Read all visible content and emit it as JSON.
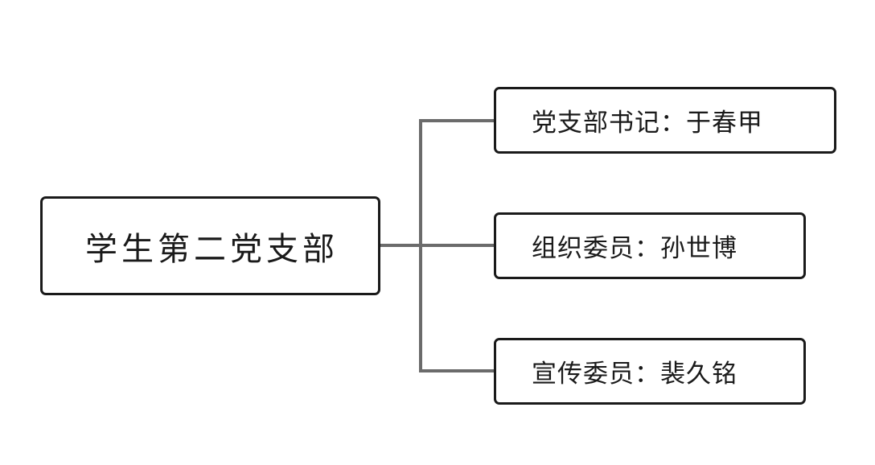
{
  "diagram": {
    "root": {
      "label": "学生第二党支部"
    },
    "children": [
      {
        "label": "党支部书记：于春甲"
      },
      {
        "label": "组织委员：孙世博"
      },
      {
        "label": "宣传委员：裴久铭"
      }
    ]
  },
  "colors": {
    "border": "#1a1a1a",
    "connector": "#6b6b6b",
    "background": "#ffffff"
  }
}
